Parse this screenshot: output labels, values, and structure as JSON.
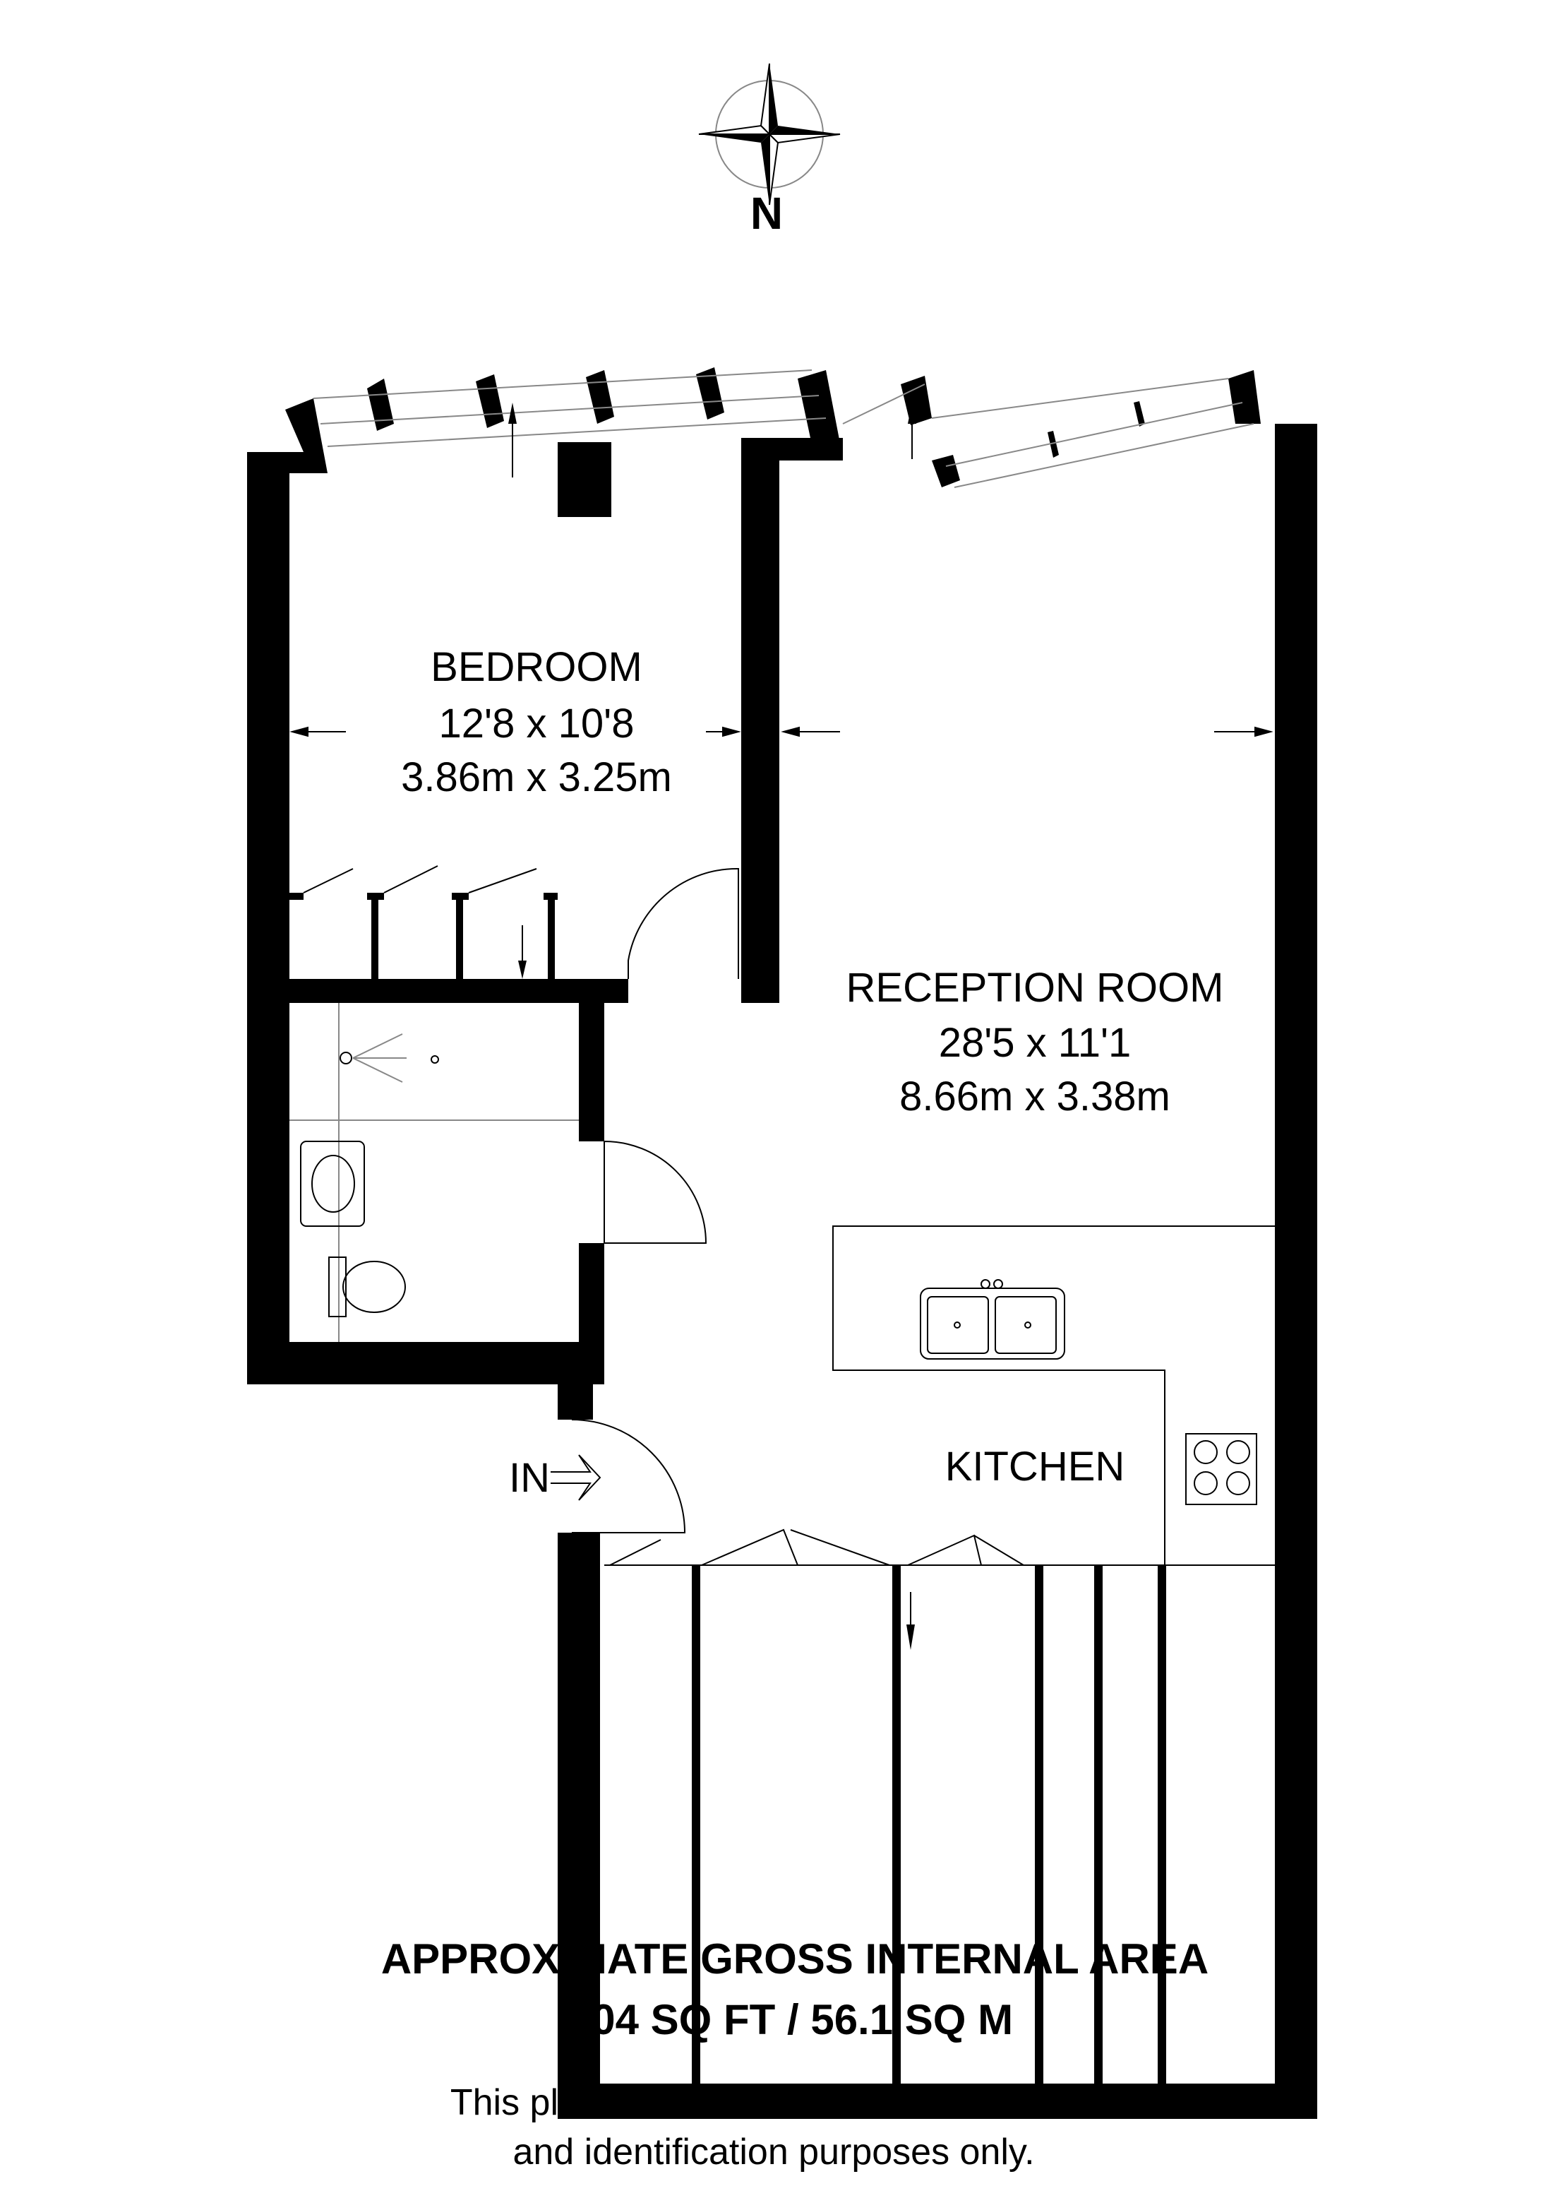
{
  "compass": {
    "label": "N",
    "icon": "compass-rose-icon"
  },
  "rooms": {
    "bedroom": {
      "name": "BEDROOM",
      "imperial": "12'8 x 10'8",
      "metric": "3.86m x 3.25m"
    },
    "reception": {
      "name": "RECEPTION ROOM",
      "imperial": "28'5 x 11'1",
      "metric": "8.66m x 3.38m"
    },
    "kitchen": {
      "name": "KITCHEN"
    }
  },
  "entrance": {
    "label": "IN"
  },
  "area": {
    "title": "APPROXIMATE GROSS INTERNAL AREA",
    "value": "604 SQ FT / 56.1 SQ M"
  },
  "disclaimer": {
    "line1": "This plan has been drawn for illustrative",
    "line2": "and identification purposes only."
  }
}
